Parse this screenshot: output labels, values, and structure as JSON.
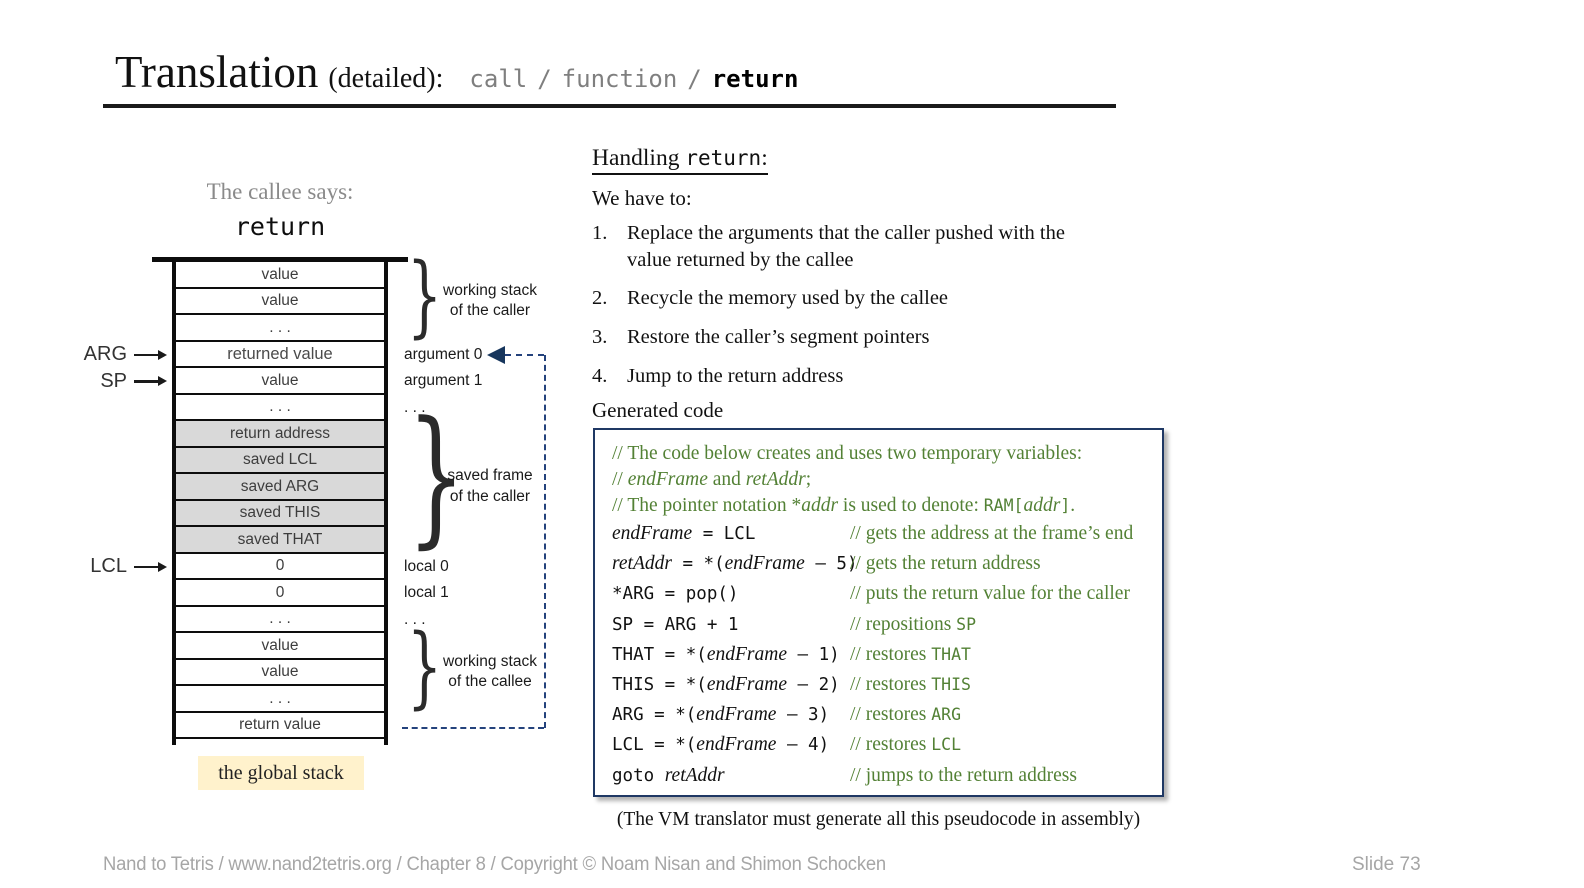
{
  "header": {
    "title": "Translation",
    "subtitle": "(detailed):",
    "commands": [
      {
        "label": "call",
        "style": "dim"
      },
      {
        "label": "/",
        "style": "sep"
      },
      {
        "label": "function",
        "style": "dim"
      },
      {
        "label": "/",
        "style": "sep"
      },
      {
        "label": "return",
        "style": "bold"
      }
    ]
  },
  "diagram": {
    "caption_top": "The callee says:",
    "command": "return",
    "rows": [
      {
        "text": "value",
        "shaded": false,
        "right": ""
      },
      {
        "text": "value",
        "shaded": false,
        "right": ""
      },
      {
        "text": ". . .",
        "shaded": false,
        "right": ""
      },
      {
        "text": "returned value",
        "shaded": false,
        "right": "argument 0"
      },
      {
        "text": "value",
        "shaded": false,
        "right": "argument 1"
      },
      {
        "text": ". . .",
        "shaded": false,
        "right": ". . ."
      },
      {
        "text": "return address",
        "shaded": true,
        "right": ""
      },
      {
        "text": "saved LCL",
        "shaded": true,
        "right": ""
      },
      {
        "text": "saved ARG",
        "shaded": true,
        "right": ""
      },
      {
        "text": "saved THIS",
        "shaded": true,
        "right": ""
      },
      {
        "text": "saved THAT",
        "shaded": true,
        "right": ""
      },
      {
        "text": "0",
        "shaded": false,
        "right": "local 0"
      },
      {
        "text": "0",
        "shaded": false,
        "right": "local 1"
      },
      {
        "text": ". . .",
        "shaded": false,
        "right": ". . ."
      },
      {
        "text": "value",
        "shaded": false,
        "right": ""
      },
      {
        "text": "value",
        "shaded": false,
        "right": ""
      },
      {
        "text": ". . .",
        "shaded": false,
        "right": ""
      },
      {
        "text": "return value",
        "shaded": false,
        "right": ""
      }
    ],
    "pointers": [
      {
        "label": "ARG",
        "row": 3
      },
      {
        "label": "SP",
        "row": 4
      },
      {
        "label": "LCL",
        "row": 11
      }
    ],
    "braces": [
      {
        "start": 0,
        "end": 2,
        "label": [
          "working stack",
          "of the caller"
        ]
      },
      {
        "start": 6,
        "end": 10,
        "label": [
          "saved frame",
          "of the caller"
        ]
      },
      {
        "start": 14,
        "end": 16,
        "label": [
          "working stack",
          "of the callee"
        ]
      }
    ],
    "stack_label": "the global stack"
  },
  "handling": {
    "title_serif": "Handling ",
    "title_mono": "return",
    "title_colon": ":",
    "intro": "We have to:",
    "steps": [
      {
        "num": "1.",
        "text": "Replace the arguments that the caller pushed with the value returned by the callee"
      },
      {
        "num": "2.",
        "text": "Recycle the memory used by the callee"
      },
      {
        "num": "3.",
        "text": "Restore the caller’s segment pointers"
      },
      {
        "num": "4.",
        "text": "Jump to the return address"
      }
    ]
  },
  "generated_code": {
    "label": "Generated code",
    "comments": [
      [
        {
          "s": "c",
          "t": "// The code below creates and uses two temporary variables:"
        }
      ],
      [
        {
          "s": "c",
          "t": "// "
        },
        {
          "s": "ci",
          "t": "endFrame"
        },
        {
          "s": "c",
          "t": " and "
        },
        {
          "s": "ci",
          "t": "retAddr"
        },
        {
          "s": "c",
          "t": ";"
        }
      ],
      [
        {
          "s": "c",
          "t": "// The pointer notation *"
        },
        {
          "s": "ci",
          "t": "addr"
        },
        {
          "s": "c",
          "t": " is used to denote: "
        },
        {
          "s": "cm",
          "t": "RAM["
        },
        {
          "s": "ci",
          "t": "addr"
        },
        {
          "s": "cm",
          "t": "]"
        },
        {
          "s": "c",
          "t": "."
        }
      ]
    ],
    "lines": [
      {
        "code": [
          {
            "s": "i",
            "t": "endFrame"
          },
          {
            "s": "m",
            "t": " = LCL"
          }
        ],
        "comment": [
          {
            "s": "c",
            "t": "// gets the address at the frame’s end"
          }
        ]
      },
      {
        "code": [
          {
            "s": "i",
            "t": "retAddr"
          },
          {
            "s": "m",
            "t": " = *("
          },
          {
            "s": "i",
            "t": "endFrame"
          },
          {
            "s": "m",
            "t": " – 5)"
          }
        ],
        "comment": [
          {
            "s": "c",
            "t": "// gets the return address"
          }
        ]
      },
      {
        "code": [
          {
            "s": "m",
            "t": "*ARG = pop()"
          }
        ],
        "comment": [
          {
            "s": "c",
            "t": "// puts the return value for the caller"
          }
        ]
      },
      {
        "code": [
          {
            "s": "m",
            "t": "SP = ARG + 1"
          }
        ],
        "comment": [
          {
            "s": "c",
            "t": "// repositions "
          },
          {
            "s": "cm",
            "t": "SP"
          }
        ]
      },
      {
        "code": [
          {
            "s": "m",
            "t": "THAT = *("
          },
          {
            "s": "i",
            "t": "endFrame"
          },
          {
            "s": "m",
            "t": " – 1)"
          }
        ],
        "comment": [
          {
            "s": "c",
            "t": "// restores "
          },
          {
            "s": "cm",
            "t": "THAT"
          }
        ]
      },
      {
        "code": [
          {
            "s": "m",
            "t": "THIS = *("
          },
          {
            "s": "i",
            "t": "endFrame"
          },
          {
            "s": "m",
            "t": " – 2)"
          }
        ],
        "comment": [
          {
            "s": "c",
            "t": "// restores "
          },
          {
            "s": "cm",
            "t": "THIS"
          }
        ]
      },
      {
        "code": [
          {
            "s": "m",
            "t": "ARG = *("
          },
          {
            "s": "i",
            "t": "endFrame"
          },
          {
            "s": "m",
            "t": " – 3)"
          }
        ],
        "comment": [
          {
            "s": "c",
            "t": "// restores "
          },
          {
            "s": "cm",
            "t": "ARG"
          }
        ]
      },
      {
        "code": [
          {
            "s": "m",
            "t": "LCL = *("
          },
          {
            "s": "i",
            "t": "endFrame"
          },
          {
            "s": "m",
            "t": " – 4)"
          }
        ],
        "comment": [
          {
            "s": "c",
            "t": "// restores "
          },
          {
            "s": "cm",
            "t": "LCL"
          }
        ]
      },
      {
        "code": [
          {
            "s": "m",
            "t": "goto "
          },
          {
            "s": "i",
            "t": "retAddr"
          }
        ],
        "comment": [
          {
            "s": "c",
            "t": "// jumps to the return address"
          }
        ]
      }
    ],
    "caption": "(The VM translator must generate all this pseudocode in assembly)"
  },
  "footer": {
    "left": "Nand to Tetris / www.nand2tetris.org / Chapter 8 / Copyright © Noam Nisan and Shimon Schocken",
    "right": "Slide 73"
  },
  "colors": {
    "comment_green": "#538135",
    "box_border_navy": "#1f3864",
    "dashed_arrow_navy": "#24427c",
    "shaded_row_gray": "#d9d9d9",
    "stack_label_yellow": "#fff2cc",
    "muted_command_gray": "#7f7f7f",
    "footer_gray": "#a6a6a6"
  }
}
